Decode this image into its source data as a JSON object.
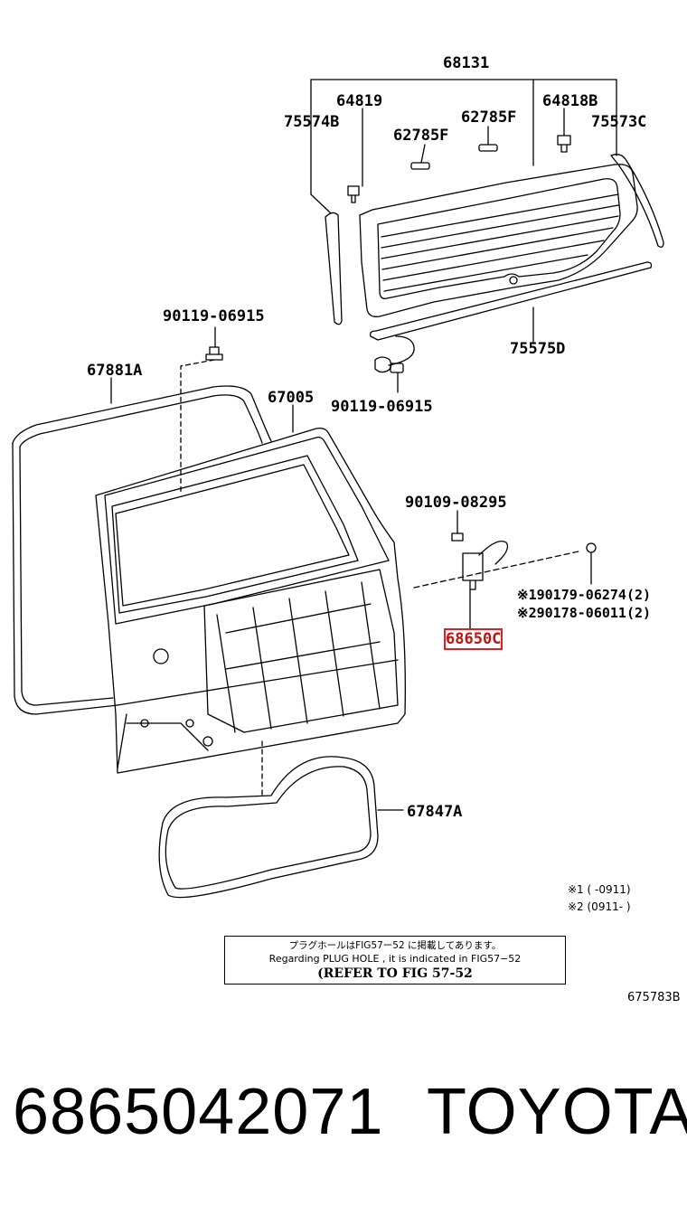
{
  "diagram": {
    "highlight_color": "#e02020",
    "parts": {
      "p68131": "68131",
      "p64819": "64819",
      "p64818B": "64818B",
      "p75574B": "75574B",
      "p75573C": "75573C",
      "p62785F_a": "62785F",
      "p62785F_b": "62785F",
      "p90119_top": "90119-06915",
      "p67881A": "67881A",
      "p67005": "67005",
      "p90119_mid": "90119-06915",
      "p75575D": "75575D",
      "p90109": "90109-08295",
      "p90179": "※190179-06274(2)",
      "p90178": "※290178-06011(2)",
      "p68650C": "68650C",
      "p67847A": "67847A"
    },
    "footnotes": {
      "fn1": "※1 (      -0911)",
      "fn2": "※2 (0911-      )"
    },
    "note": {
      "line1": "プラグホールはFIG57ー52 に掲載してあります。",
      "line2": "Regarding  PLUG HOLE , it is  indicated  in  FIG57−52",
      "line3": "(REFER  TO  FIG  57-52"
    },
    "figure_code": "675783B"
  },
  "caption": {
    "part_number": "6865042071",
    "brand": "TOYOTA"
  }
}
